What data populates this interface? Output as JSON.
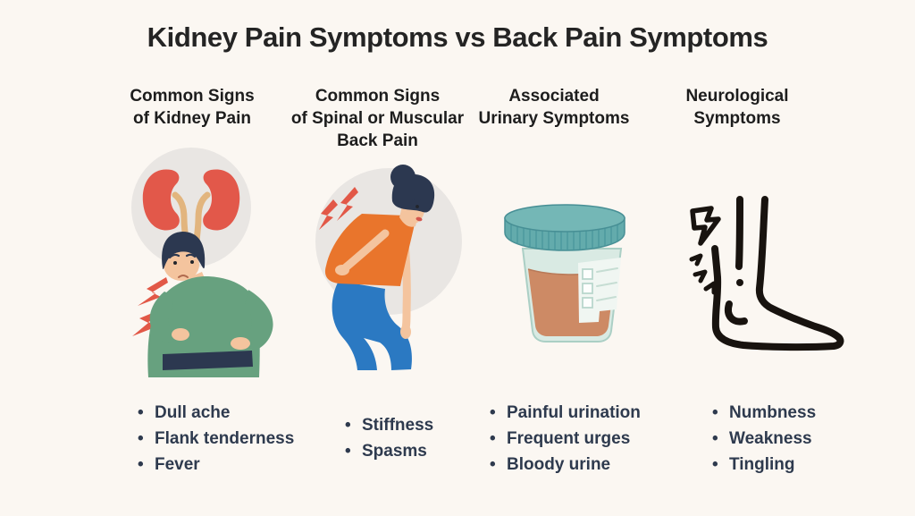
{
  "title": "Kidney Pain Symptoms vs Back Pain Symptoms",
  "columns": [
    {
      "header_lines": [
        "Common Signs",
        "of Kidney Pain"
      ],
      "illustration": "person-with-kidney-pain-and-kidneys",
      "bullets": [
        "Dull ache",
        "Flank tenderness",
        "Fever"
      ]
    },
    {
      "header_lines": [
        "Common Signs",
        "of Spinal or Muscular",
        "Back Pain"
      ],
      "illustration": "person-bent-over-with-back-pain",
      "bullets": [
        "Stiffness",
        "Spasms"
      ]
    },
    {
      "header_lines": [
        "Associated",
        "Urinary Symptoms"
      ],
      "illustration": "urine-sample-cup",
      "bullets": [
        "Painful urination",
        "Frequent urges",
        "Bloody urine"
      ]
    },
    {
      "header_lines": [
        "Neurological",
        "Symptoms"
      ],
      "illustration": "foot-outline-with-nerve-pain",
      "bullets": [
        "Numbness",
        "Weakness",
        "Tingling"
      ]
    }
  ],
  "colors": {
    "background": "#FBF7F2",
    "title_text": "#242424",
    "body_text": "#2E3A4E",
    "pain_bolt_red": "#E25847",
    "kidney_red": "#E2584A",
    "ureter_tan": "#E2B57E",
    "sweater_green": "#67A17F",
    "shirt_orange": "#E9752C",
    "jeans_blue": "#2B79C2",
    "hair_navy": "#2C3850",
    "skin": "#F4C49E",
    "lid_teal": "#63ABAC",
    "cup_mint": "#D9EAE3",
    "urine_orange": "#CD8A65",
    "outline_black": "#18130F",
    "circle_gray": "#E9E6E3"
  }
}
